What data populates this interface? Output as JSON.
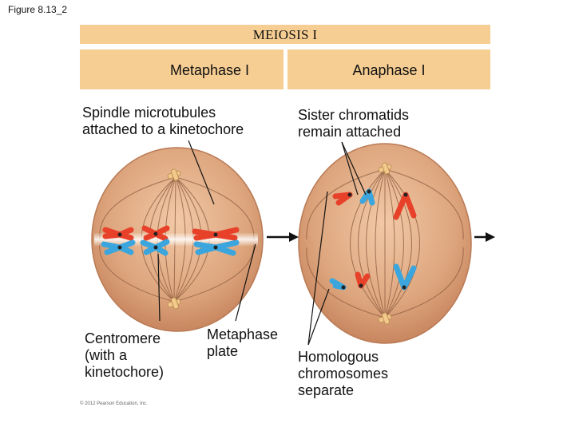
{
  "figure_label": "Figure 8.13_2",
  "banner": {
    "title": "MEIOSIS I"
  },
  "phases": {
    "left": "Metaphase I",
    "right": "Anaphase I"
  },
  "callouts": {
    "spindle": [
      "Spindle microtubules",
      "attached to a kinetochore"
    ],
    "sister": [
      "Sister chromatids",
      "remain attached"
    ],
    "centromere": [
      "Centromere",
      "(with a",
      "kinetochore)"
    ],
    "metaphase_plate": [
      "Metaphase",
      "plate"
    ],
    "homologous": [
      "Homologous",
      "chromosomes",
      "separate"
    ]
  },
  "copyright": "© 2012 Pearson Education, Inc.",
  "colors": {
    "banner": "#f6cd92",
    "cell": "#dba67f",
    "paternal": "#e8412a",
    "maternal": "#3aa6dd",
    "centrosome": "#f1c98a"
  }
}
